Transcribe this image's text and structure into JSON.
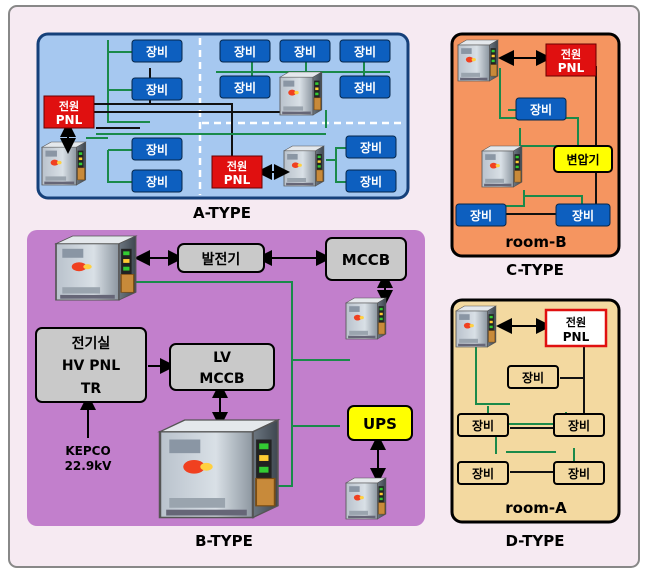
{
  "panels": {
    "a_type": {
      "caption": "A-TYPE",
      "equipment_label": "장비",
      "power_panel": [
        "전원",
        "PNL"
      ]
    },
    "b_type": {
      "caption": "B-TYPE",
      "generator": "발전기",
      "mccb": "MCCB",
      "electrical_room": [
        "전기실",
        "HV PNL",
        "TR"
      ],
      "lv_mccb": [
        "LV",
        "MCCB"
      ],
      "ups": "UPS",
      "kepco": [
        "KEPCO",
        "22.9kV"
      ]
    },
    "c_type": {
      "caption": "C-TYPE",
      "room": "room-B",
      "power_panel": [
        "전원",
        "PNL"
      ],
      "transformer": "변압기",
      "equipment_label": "장비"
    },
    "d_type": {
      "caption": "D-TYPE",
      "room": "room-A",
      "power_panel": [
        "전원",
        "PNL"
      ],
      "equipment_label": "장비"
    }
  },
  "colors": {
    "background": "#f6eaf2",
    "a_panel": "#a6c8f0",
    "b_panel": "#c27fcc",
    "c_panel": "#f59560",
    "d_panel": "#f3d9a0",
    "equipment_blue": "#0d5fbf",
    "power_red": "#e01010",
    "highlight_yellow": "#ffff00",
    "wire_green": "#1a8a4a"
  }
}
